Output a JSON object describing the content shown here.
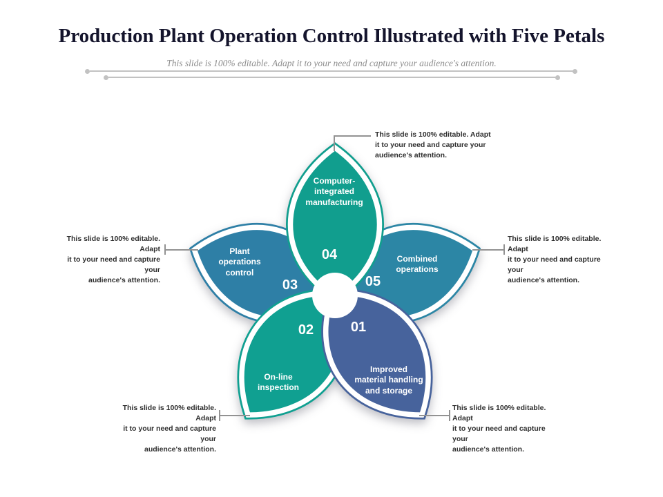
{
  "slide": {
    "title": "Production Plant Operation Control Illustrated with Five Petals",
    "subtitle": "This slide is 100% editable. Adapt it to your  need and capture your  audience's attention."
  },
  "petals": [
    {
      "number": "04",
      "label": "Computer-\nintegrated\nmanufacturing",
      "color": "#119E8E"
    },
    {
      "number": "05",
      "label": "Combined\noperations",
      "color": "#2C86A5"
    },
    {
      "number": "01",
      "label": "Improved\nmaterial handling\nand storage",
      "color": "#47639C"
    },
    {
      "number": "02",
      "label": "On-line\ninspection",
      "color": "#10A091"
    },
    {
      "number": "03",
      "label": "Plant\noperations\ncontrol",
      "color": "#2E7FA6"
    }
  ],
  "callouts": [
    {
      "position": "top",
      "text": "This slide is 100% editable. Adapt\nit to your need and capture your\naudience's attention."
    },
    {
      "position": "left",
      "text": "This slide is 100% editable. Adapt\nit to your need and capture your\naudience's attention."
    },
    {
      "position": "right",
      "text": "This slide is 100% editable. Adapt\nit to your need and capture your\naudience's attention."
    },
    {
      "position": "bottom-left",
      "text": "This slide is 100% editable. Adapt\nit to your need and capture your\naudience's attention."
    },
    {
      "position": "bottom-right",
      "text": "This slide is 100% editable. Adapt\nit to your need and capture your\naudience's attention."
    }
  ]
}
